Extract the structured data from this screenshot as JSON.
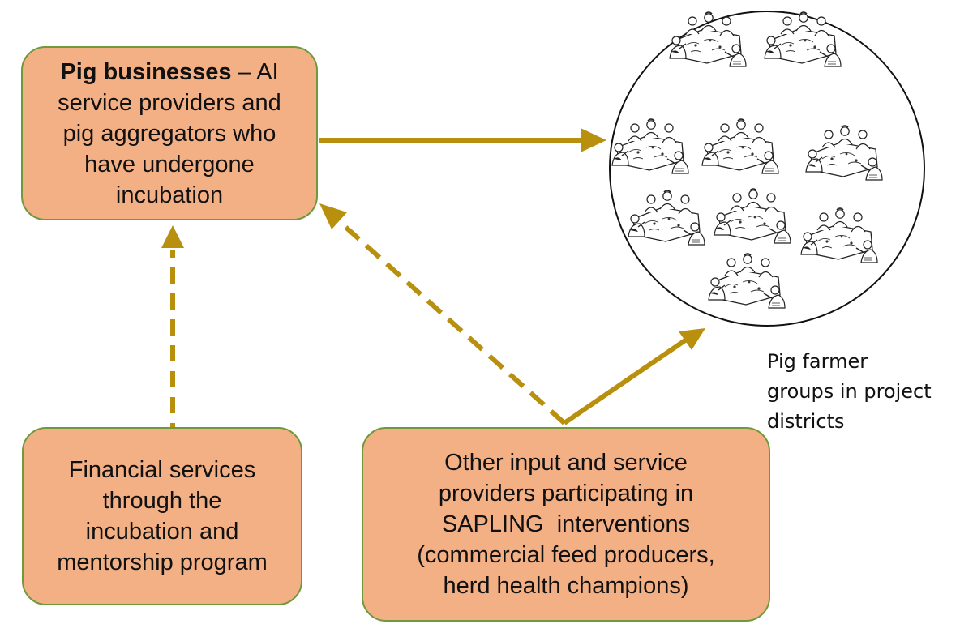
{
  "nodes": {
    "pig_businesses": {
      "bold_title": "Pig businesses",
      "line1_rest": " – AI",
      "line2": "service providers and",
      "line3": "pig aggregators who",
      "line4": "have undergone",
      "line5": "incubation"
    },
    "financial_services": {
      "line1": "Financial services",
      "line2": "through the",
      "line3": "incubation and",
      "line4": "mentorship program"
    },
    "other_providers": {
      "line1": "Other input and service",
      "line2": "providers participating in",
      "line3": "SAPLING  interventions",
      "line4": "(commercial feed producers,",
      "line5": "herd health champions)"
    }
  },
  "farmer_groups": {
    "caption_line1": "Pig farmer",
    "caption_line2": "groups in project",
    "caption_line3": "districts"
  },
  "colors": {
    "node_fill": "#f3b085",
    "node_border": "#6e9a3c",
    "arrow": "#b8900e",
    "circle_stroke": "#111111"
  },
  "connections": [
    {
      "from": "pig_businesses",
      "to": "farmer_groups",
      "style": "solid"
    },
    {
      "from": "financial_services",
      "to": "pig_businesses",
      "style": "dashed"
    },
    {
      "from": "other_providers",
      "to": "pig_businesses",
      "style": "dashed"
    },
    {
      "from": "other_providers",
      "to": "farmer_groups",
      "style": "solid"
    }
  ]
}
